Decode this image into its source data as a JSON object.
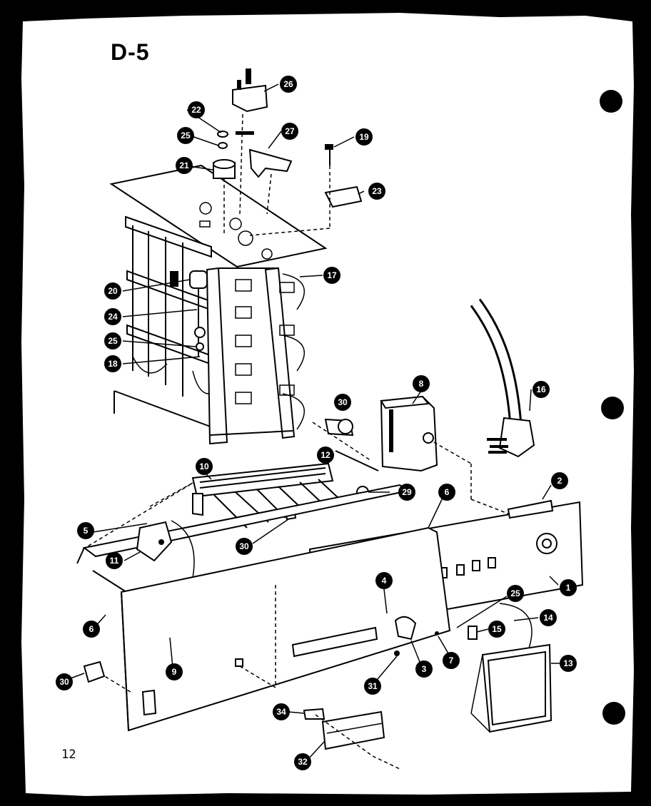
{
  "diagram": {
    "title": "D-5",
    "page_number": "12",
    "callouts": [
      "26",
      "22",
      "27",
      "25",
      "19",
      "21",
      "23",
      "17",
      "20",
      "24",
      "25",
      "18",
      "16",
      "8",
      "30",
      "12",
      "10",
      "29",
      "6",
      "2",
      "5",
      "11",
      "30",
      "4",
      "25",
      "1",
      "14",
      "15",
      "6",
      "9",
      "3",
      "7",
      "13",
      "30",
      "31",
      "34",
      "32"
    ]
  }
}
